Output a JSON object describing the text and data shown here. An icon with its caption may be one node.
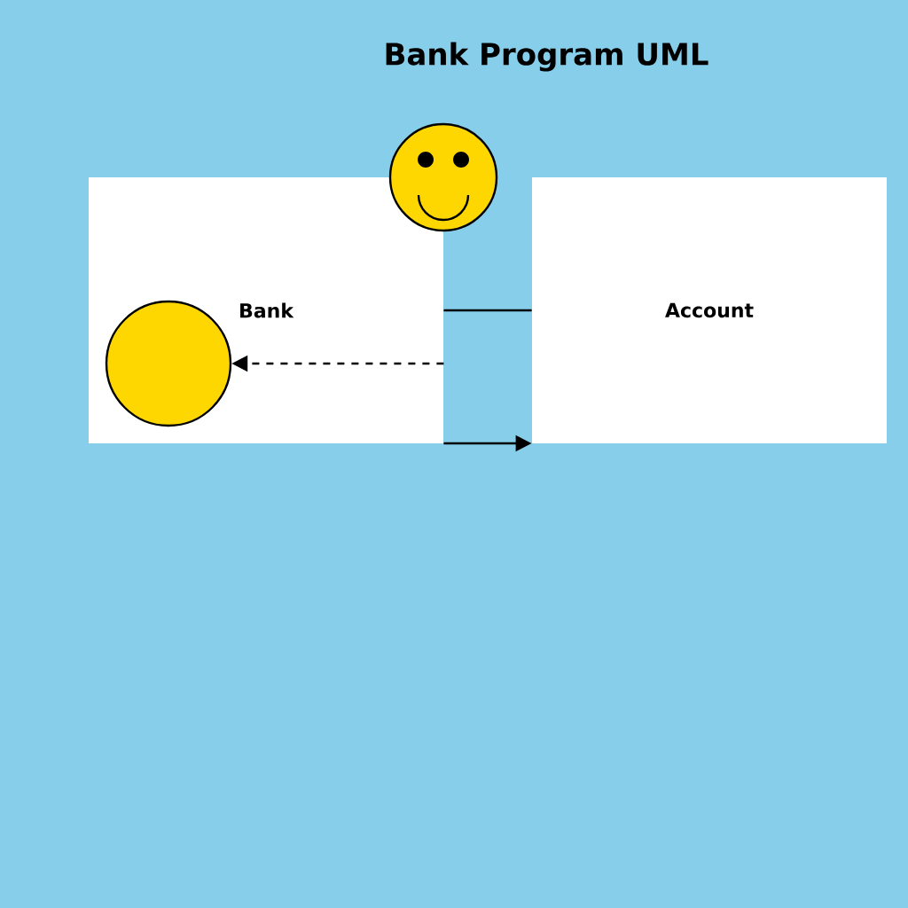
{
  "diagram": {
    "title": "Bank Program UML",
    "nodes": [
      {
        "text": [
          "Bank"
        ]
      },
      {
        "text": [
          "Account"
        ]
      },
      {
        "text": [],
        "shape": "face"
      },
      {
        "text": [],
        "shape": "circle",
        "in": 0
      }
    ],
    "edges": [
      {
        "from": 0,
        "to": 1,
        "arrow": "none"
      },
      {
        "from": 0,
        "to": 1,
        "arrow": "to"
      },
      {
        "from": 0,
        "to": 3,
        "arrow": "to",
        "style": "dashed"
      }
    ]
  }
}
